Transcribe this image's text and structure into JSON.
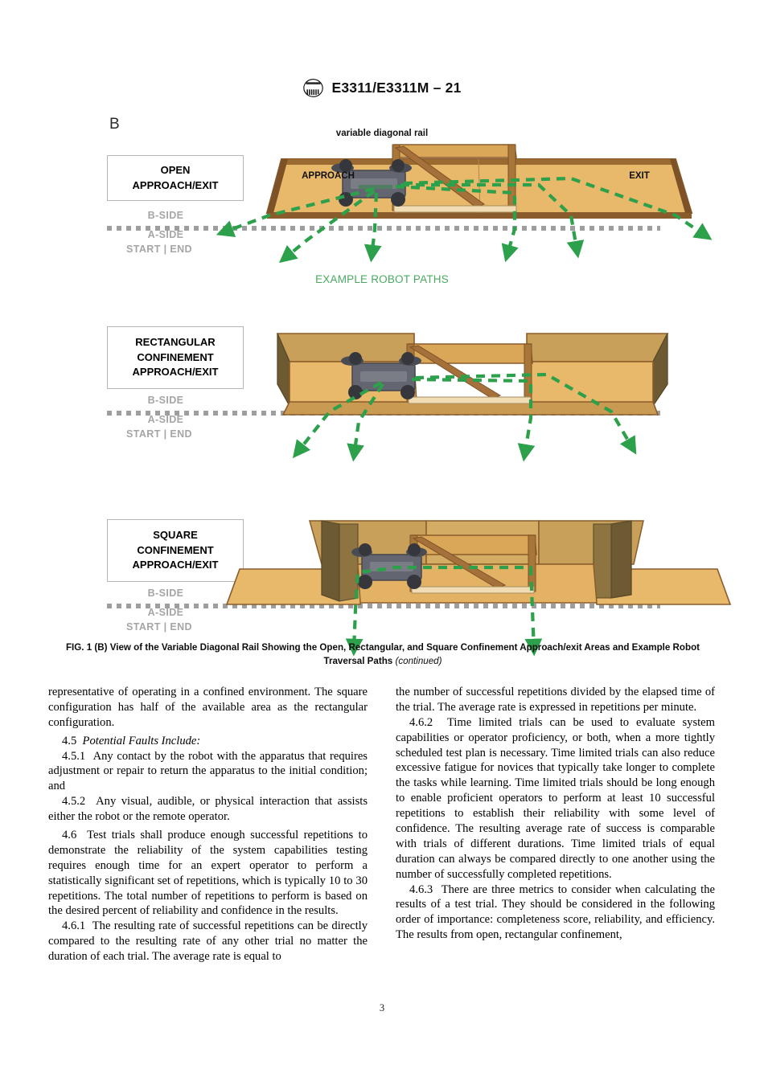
{
  "header": {
    "logo_icon": "astm-logo-icon",
    "title": "E3311/E3311M – 21"
  },
  "figure": {
    "panel_letter": "B",
    "rail_caption": "variable diagonal rail",
    "paths_caption": "EXAMPLE ROBOT PATHS",
    "approach_label": "APPROACH",
    "exit_label": "EXIT",
    "side_labels": {
      "b_side": "B-SIDE",
      "a_side": "A-SIDE",
      "start_end": "START | END"
    },
    "diagrams": [
      {
        "id": "open",
        "label_lines": [
          "OPEN",
          "APPROACH/EXIT"
        ]
      },
      {
        "id": "rectangular-confinement",
        "label_lines": [
          "RECTANGULAR",
          "CONFINEMENT",
          "APPROACH/EXIT"
        ]
      },
      {
        "id": "square-confinement",
        "label_lines": [
          "SQUARE",
          "CONFINEMENT",
          "APPROACH/EXIT"
        ]
      }
    ],
    "caption_main": "FIG. 1 (B) View of the Variable Diagonal Rail Showing the Open, Rectangular, and Square Confinement Approach/exit Areas and Example Robot Traversal Paths",
    "caption_continued": "(continued)"
  },
  "body": {
    "left_column": [
      {
        "id": "continuation",
        "text": "representative of operating in a confined environment. The square configuration has half of the available area as the rectangular configuration."
      },
      {
        "id": "4.5",
        "number": "4.5",
        "text": "Potential Faults Include:",
        "italic": true
      },
      {
        "id": "4.5.1",
        "number": "4.5.1",
        "text": "Any contact by the robot with the apparatus that requires adjustment or repair to return the apparatus to the initial condition; and"
      },
      {
        "id": "4.5.2",
        "number": "4.5.2",
        "text": "Any visual, audible, or physical interaction that assists either the robot or the remote operator."
      },
      {
        "id": "4.6",
        "number": "4.6",
        "text": "Test trials shall produce enough successful repetitions to demonstrate the reliability of the system capabilities testing requires enough time for an expert operator to perform a statistically significant set of repetitions, which is typically 10 to 30 repetitions. The total number of repetitions to perform is based on the desired percent of reliability and confidence in the results."
      },
      {
        "id": "4.6.1",
        "number": "4.6.1",
        "text": "The resulting rate of successful repetitions can be directly compared to the resulting rate of any other trial no matter the duration of each trial. The average rate is equal to"
      }
    ],
    "right_column": [
      {
        "id": "4.6.1-cont",
        "text": "the number of successful repetitions divided by the elapsed time of the trial. The average rate is expressed in repetitions per minute."
      },
      {
        "id": "4.6.2",
        "number": "4.6.2",
        "text": "Time limited trials can be used to evaluate system capabilities or operator proficiency, or both, when a more tightly scheduled test plan is necessary. Time limited trials can also reduce excessive fatigue for novices that typically take longer to complete the tasks while learning. Time limited trials should be long enough to enable proficient operators to perform at least 10 successful repetitions to establish their reliability with some level of confidence. The resulting average rate of success is comparable with trials of different durations. Time limited trials of equal duration can always be compared directly to one another using the number of successfully completed repetitions."
      },
      {
        "id": "4.6.3",
        "number": "4.6.3",
        "text": "There are three metrics to consider when calculating the results of a test trial. They should be considered in the following order of importance: completeness score, reliability, and efficiency. The results from open, rectangular confinement,"
      }
    ]
  },
  "page_number": "3",
  "colors": {
    "wood_face": "#e8b96a",
    "wood_frame": "#8a5c2b",
    "wood_dark": "#6d5a33",
    "path_green": "#2ca04a",
    "caption_green": "#4aaa62",
    "label_gray": "#a5a5a5",
    "dot_gray": "#9e9e9e"
  }
}
